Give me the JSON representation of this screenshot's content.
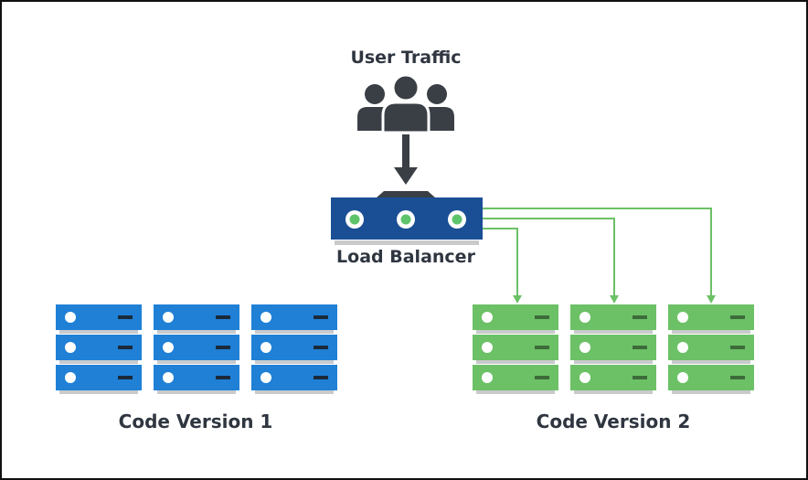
{
  "labels": {
    "user_traffic": "User Traffic",
    "load_balancer": "Load Balancer",
    "code_version_1": "Code Version 1",
    "code_version_2": "Code Version 2"
  },
  "colors": {
    "text": "#2f3640",
    "icon_dark": "#3a3f45",
    "load_balancer": "#1a4f95",
    "load_balancer_light": "#5ec46b",
    "version_1": "#1f80d6",
    "version_2": "#6cc166",
    "route_arrow": "#6cc166",
    "server_shadow": "#c8cacc",
    "border": "#111111"
  },
  "icons": {
    "user_traffic": "users-group-icon",
    "arrow": "arrow-down-icon"
  },
  "groups": [
    {
      "name": "code-version-1",
      "servers": 3,
      "units_per_server": 3,
      "receives_traffic": false
    },
    {
      "name": "code-version-2",
      "servers": 3,
      "units_per_server": 3,
      "receives_traffic": true
    }
  ]
}
